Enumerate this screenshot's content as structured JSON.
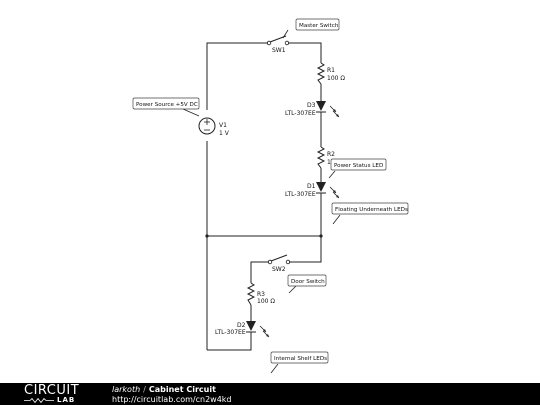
{
  "notes": {
    "master_switch": "Master Switch",
    "power_source": "Power Source +5V DC",
    "power_status": "Power Status LED",
    "floating": "Floating Underneath LEDs",
    "door_switch": "Door Switch",
    "internal_shelf": "Internal Shelf LEDs"
  },
  "components": {
    "sw1": {
      "ref": "SW1"
    },
    "sw2": {
      "ref": "SW2"
    },
    "v1": {
      "ref": "V1",
      "value": "1 V"
    },
    "r1": {
      "ref": "R1",
      "value": "100 Ω"
    },
    "r2": {
      "ref": "R2",
      "value": "100 Ω"
    },
    "r3": {
      "ref": "R3",
      "value": "100 Ω"
    },
    "d1": {
      "ref": "D1",
      "value": "LTL-307EE"
    },
    "d2": {
      "ref": "D2",
      "value": "LTL-307EE"
    },
    "d3": {
      "ref": "D3",
      "value": "LTL-307EE"
    }
  },
  "footer": {
    "logo_top": "CIRCUIT",
    "logo_bottom": "LAB",
    "author": "larkoth",
    "separator": "/",
    "circuit_title": "Cabinet Circuit",
    "url": "http://circuitlab.com/cn2w4kd"
  }
}
